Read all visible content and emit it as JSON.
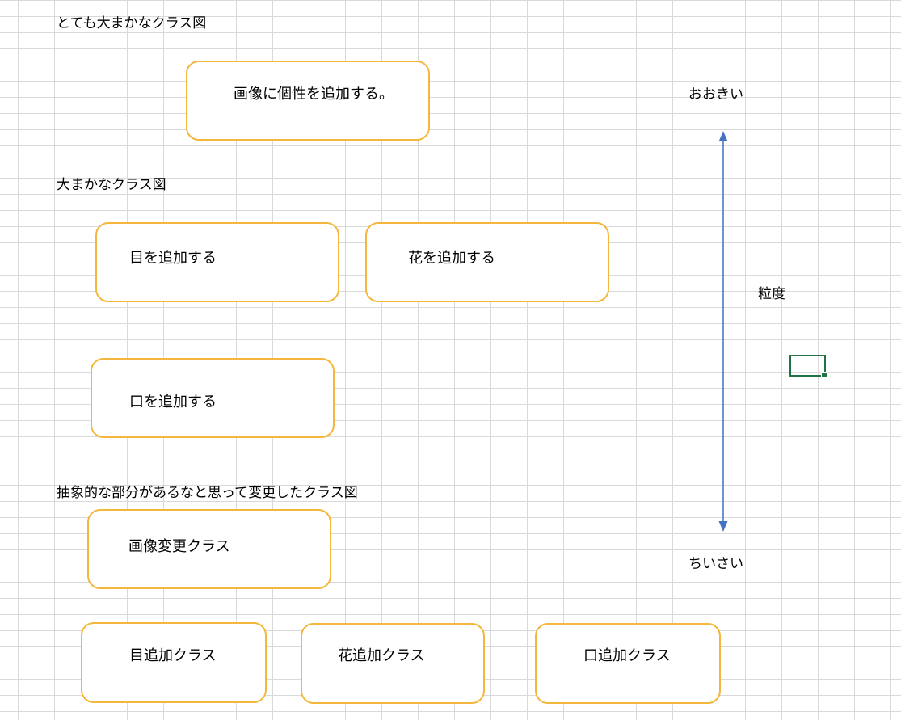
{
  "sections": {
    "very_rough": "とても大まかなクラス図",
    "rough": "大まかなクラス図",
    "abstract": "抽象的な部分があるなと思って変更したクラス図"
  },
  "shapes": {
    "add_individuality": "画像に個性を追加する。",
    "add_eyes": "目を追加する",
    "add_flower": "花を追加する",
    "add_mouth": "口を追加する",
    "image_change_class": "画像変更クラス",
    "eye_add_class": "目追加クラス",
    "flower_add_class": "花追加クラス",
    "mouth_add_class": "口追加クラス"
  },
  "scale": {
    "top_label": "おおきい",
    "middle_label": "粒度",
    "bottom_label": "ちいさい"
  },
  "colors": {
    "shape_border": "#f5b73b",
    "arrow": "#4472c4",
    "gridline": "#d9d9d9",
    "selection": "#217346"
  }
}
